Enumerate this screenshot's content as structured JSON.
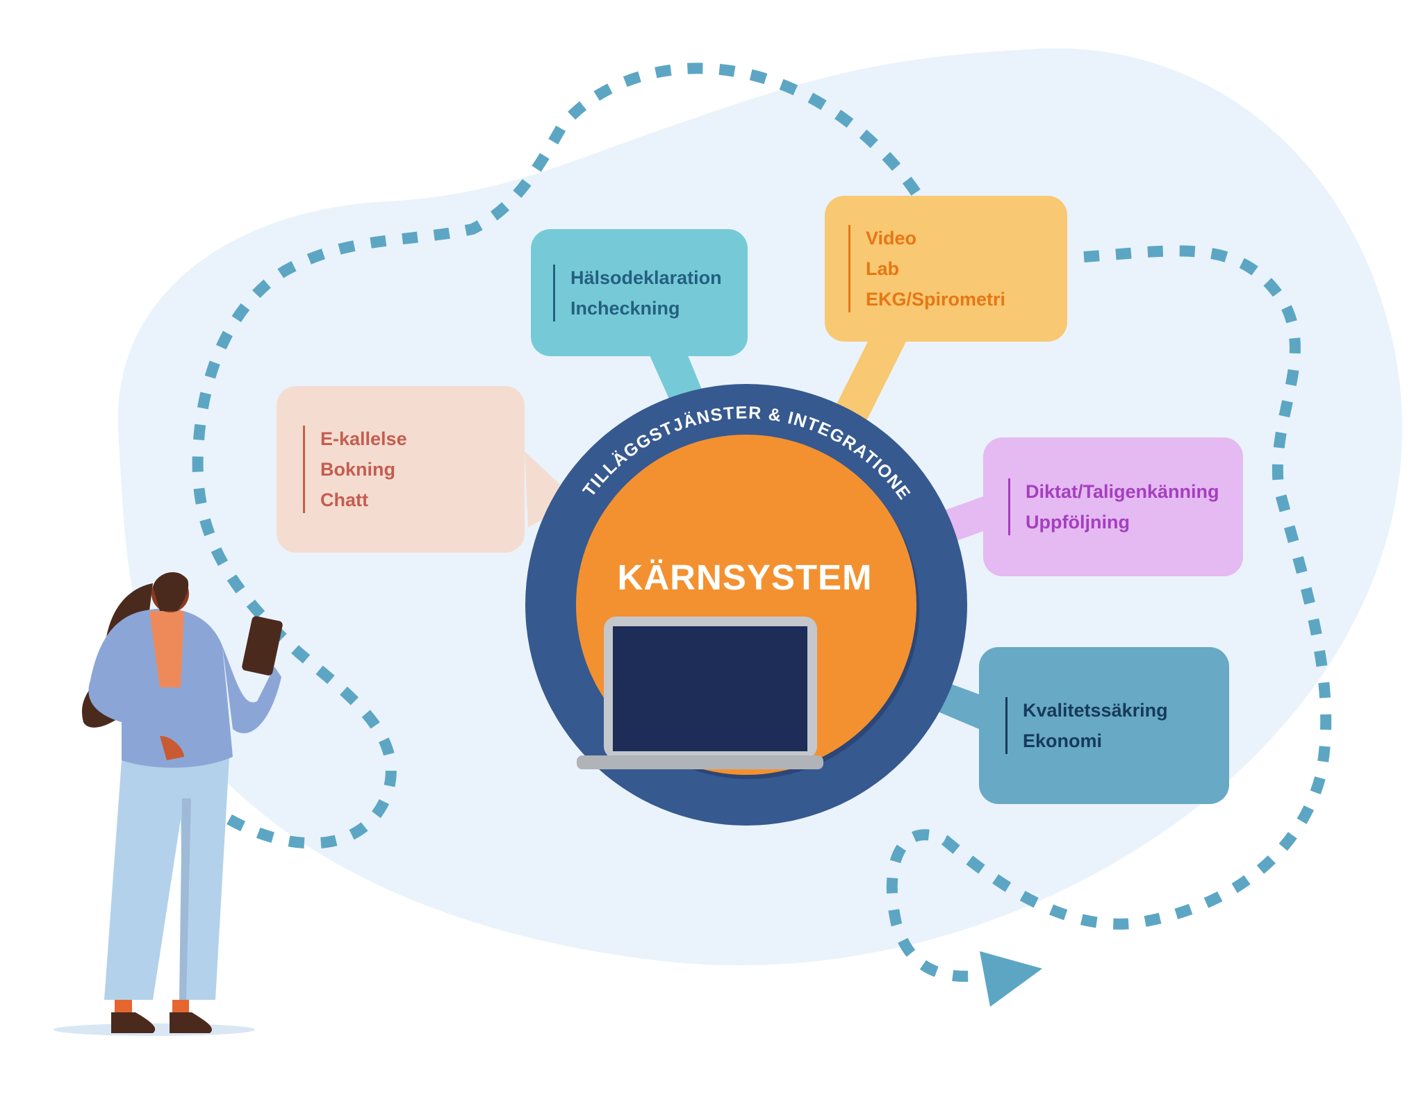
{
  "core": {
    "title": "KÄRNSYSTEM",
    "ring_label": "TILLÄGGSTJÄNSTER & INTEGRATIONER"
  },
  "boxes": {
    "patient": {
      "items": [
        "E-kallelse",
        "Bokning",
        "Chatt"
      ]
    },
    "health": {
      "items": [
        "Hälsodeklaration",
        "Incheckning"
      ]
    },
    "lab": {
      "items": [
        "Video",
        "Lab",
        "EKG/Spirometri"
      ]
    },
    "dictation": {
      "items": [
        "Diktat/Taligenkänning",
        "Uppföljning"
      ]
    },
    "quality": {
      "items": [
        "Kvalitetssäkring",
        "Ekonomi"
      ]
    }
  },
  "colors": {
    "blob": "#eaf3fb",
    "dash": "#5ca6c4",
    "ring": "#36598f",
    "core": "#f39130",
    "screen": "#1d2d58",
    "laptop_frame": "#c4c7cc",
    "patient_box": "#f4ddd0",
    "patient_text": "#c45d50",
    "health_box": "#76cad8",
    "health_text": "#24607e",
    "lab_box": "#f8c872",
    "lab_text": "#e67716",
    "dictation_box": "#e5b9f1",
    "dictation_text": "#a43fbf",
    "quality_box": "#68a9c5",
    "quality_text": "#163a5a"
  },
  "icons": [
    "person-illustration",
    "tablet-icon",
    "laptop-icon",
    "arrow-head-icon"
  ]
}
